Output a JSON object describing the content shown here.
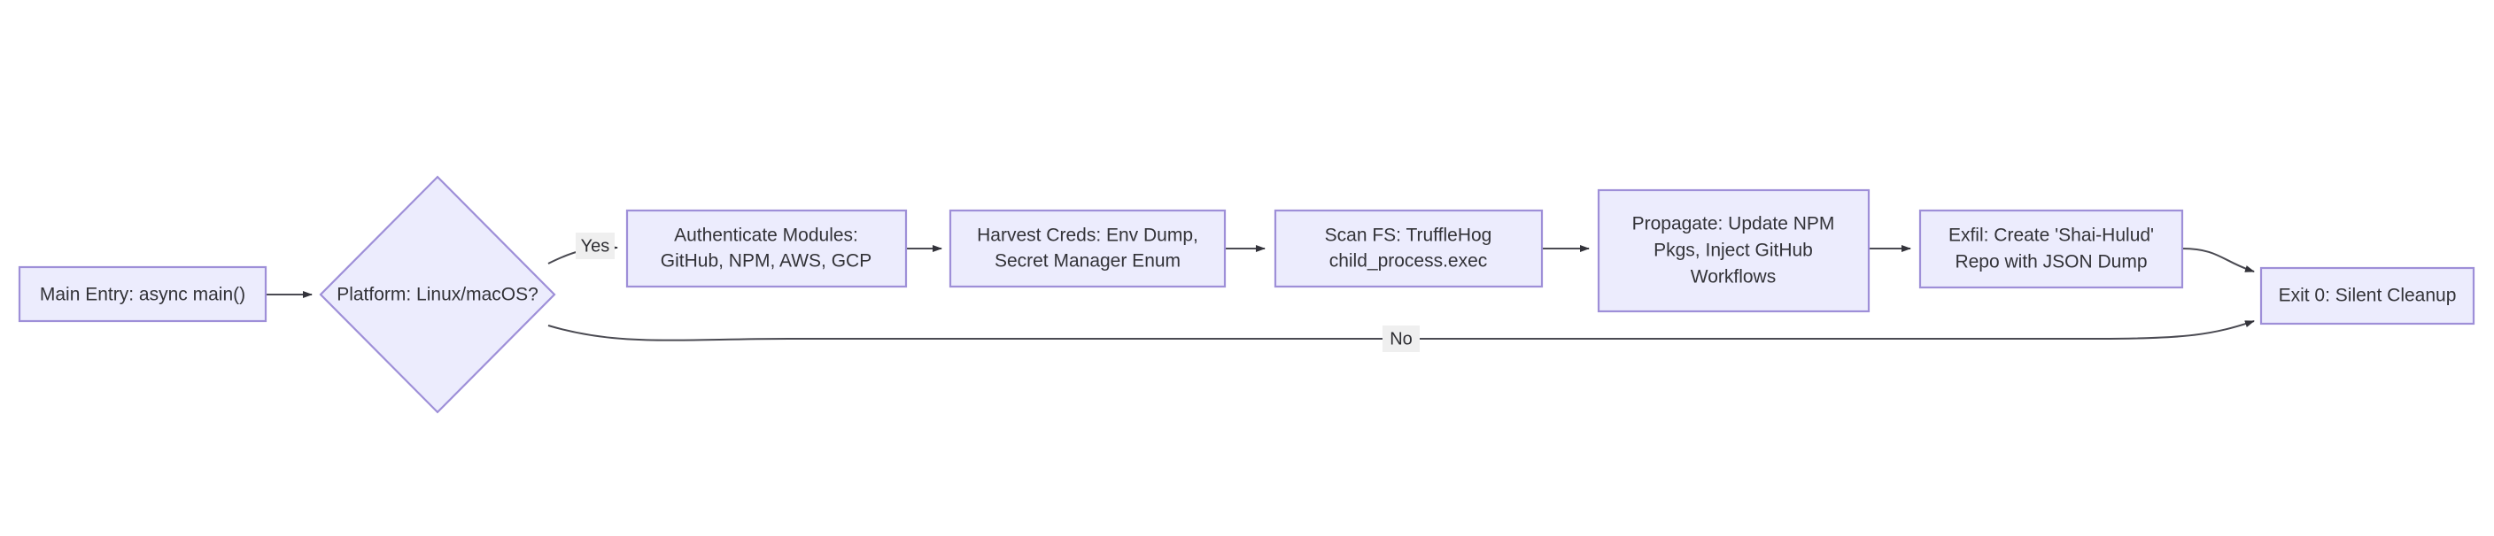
{
  "diagram": {
    "type": "flowchart",
    "orientation": "left-to-right",
    "background_color": "#ffffff",
    "node_fill_color": "#ececfd",
    "node_border_color": "#9e8fd8",
    "edge_color": "#4a4a52",
    "label_text_color": "#333338",
    "edge_label_background": "#efefef"
  },
  "nodes": {
    "main_entry": {
      "id": "main-entry",
      "shape": "rectangle",
      "lines": [
        "Main Entry: async main()"
      ]
    },
    "platform_decision": {
      "id": "platform-decision",
      "shape": "diamond",
      "lines": [
        "Platform: Linux/macOS?"
      ]
    },
    "authenticate": {
      "id": "authenticate-modules",
      "shape": "rectangle",
      "lines": [
        "Authenticate Modules:",
        "GitHub, NPM, AWS, GCP"
      ]
    },
    "harvest": {
      "id": "harvest-creds",
      "shape": "rectangle",
      "lines": [
        "Harvest Creds: Env Dump,",
        "Secret Manager Enum"
      ]
    },
    "scan": {
      "id": "scan-filesystem",
      "shape": "rectangle",
      "lines": [
        "Scan FS: TruffleHog",
        "child_process.exec"
      ]
    },
    "propagate": {
      "id": "propagate-packages",
      "shape": "rectangle",
      "lines": [
        "Propagate: Update NPM",
        "Pkgs, Inject GitHub",
        "Workflows"
      ]
    },
    "exfil": {
      "id": "exfiltrate-data",
      "shape": "rectangle",
      "lines": [
        "Exfil: Create 'Shai-Hulud'",
        "Repo with JSON Dump"
      ]
    },
    "exit": {
      "id": "exit-cleanup",
      "shape": "rectangle",
      "lines": [
        "Exit 0: Silent Cleanup"
      ]
    }
  },
  "edge_labels": {
    "yes": "Yes",
    "no": "No"
  },
  "edges": [
    {
      "from": "main-entry",
      "to": "platform-decision",
      "label": ""
    },
    {
      "from": "platform-decision",
      "to": "authenticate-modules",
      "label": "Yes"
    },
    {
      "from": "authenticate-modules",
      "to": "harvest-creds",
      "label": ""
    },
    {
      "from": "harvest-creds",
      "to": "scan-filesystem",
      "label": ""
    },
    {
      "from": "scan-filesystem",
      "to": "propagate-packages",
      "label": ""
    },
    {
      "from": "propagate-packages",
      "to": "exfiltrate-data",
      "label": ""
    },
    {
      "from": "exfiltrate-data",
      "to": "exit-cleanup",
      "label": ""
    },
    {
      "from": "platform-decision",
      "to": "exit-cleanup",
      "label": "No"
    }
  ]
}
